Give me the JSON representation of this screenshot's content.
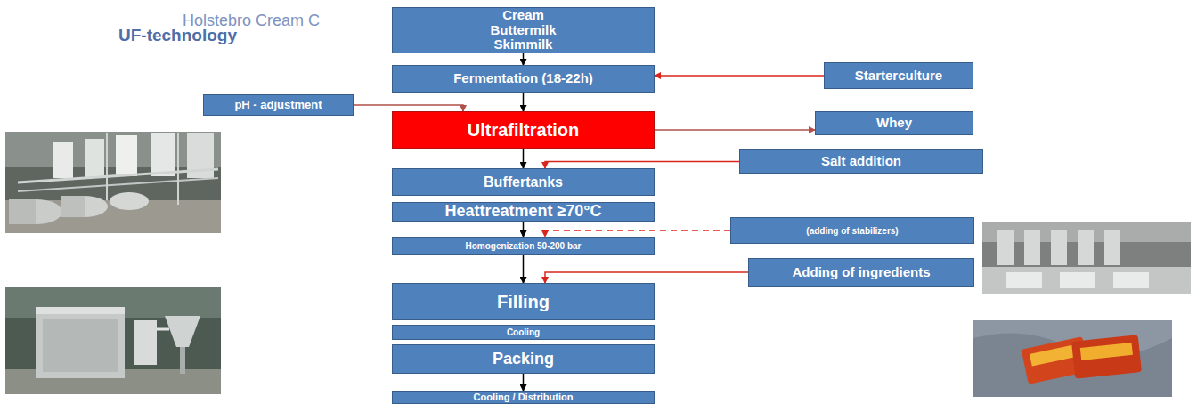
{
  "diagram": {
    "title": "UF-technology",
    "nodes": [
      {
        "text": [
          "Cream Buttermilk Skimmilk"
        ]
      },
      {
        "text": [
          "Fermentation (18-22h)"
        ]
      },
      {
        "text": [
          "Starterculture"
        ]
      },
      {
        "text": [
          "pH - adjustment"
        ]
      },
      {
        "text": [
          "Ultrafiltration"
        ]
      },
      {
        "text": [
          "Whey"
        ]
      },
      {
        "text": [
          "Salt addition"
        ]
      },
      {
        "text": [
          "Buffertanks"
        ]
      },
      {
        "text": [
          "Heattreatment ≥70°C"
        ]
      },
      {
        "text": [
          "(adding of stabilizers)"
        ]
      },
      {
        "text": [
          "Homogenization 50-200 bar"
        ]
      },
      {
        "text": [
          "Adding of ingredients"
        ]
      },
      {
        "text": [
          "Filling"
        ]
      },
      {
        "text": [
          "Cooling"
        ]
      },
      {
        "text": [
          "Packing"
        ]
      },
      {
        "text": [
          "Cooling / Distribution"
        ]
      }
    ],
    "edges": [
      {
        "from": 0,
        "to": 1,
        "arrow": "to"
      },
      {
        "from": 2,
        "to": 1,
        "arrow": "to"
      },
      {
        "from": 1,
        "to": 4,
        "arrow": "to"
      },
      {
        "from": 3,
        "to": 4,
        "arrow": "to"
      },
      {
        "from": 4,
        "to": 5,
        "arrow": "to"
      },
      {
        "from": 6,
        "to": 7,
        "arrow": "to"
      },
      {
        "from": 4,
        "to": 7,
        "arrow": "to"
      },
      {
        "from": 8,
        "to": 10,
        "arrow": "to"
      },
      {
        "from": 9,
        "to": 10,
        "arrow": "to"
      },
      {
        "from": 10,
        "to": 12,
        "arrow": "to"
      },
      {
        "from": 11,
        "to": 12,
        "arrow": "to"
      },
      {
        "from": 14,
        "to": 15,
        "arrow": "to"
      }
    ],
    "labels": [
      "Holstebro Cream C"
    ]
  }
}
